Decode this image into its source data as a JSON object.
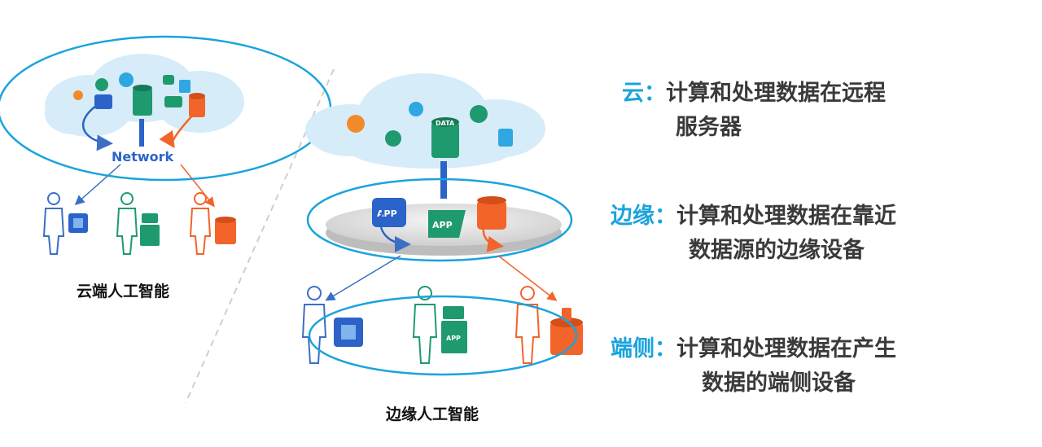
{
  "left_panel": {
    "network_label": "Network",
    "caption": "云端人工智能"
  },
  "right_panel": {
    "caption": "边缘人工智能",
    "server_top": "DATA",
    "app_badge": "APP"
  },
  "definitions": [
    {
      "term": "云：",
      "line1": "计算和处理数据在远程",
      "line2": "服务器"
    },
    {
      "term": "边缘：",
      "line1": "计算和处理数据在靠近",
      "line2": "数据源的边缘设备"
    },
    {
      "term": "端侧：",
      "line1": "计算和处理数据在产生",
      "line2": "数据的端侧设备"
    }
  ],
  "colors": {
    "cloud": "#d6ecf9",
    "outline": "#1aa3dd",
    "blue_flow": "#3b6fc4",
    "green": "#1f9a6e",
    "orange": "#f2642a",
    "term": "#1aa3dd"
  }
}
